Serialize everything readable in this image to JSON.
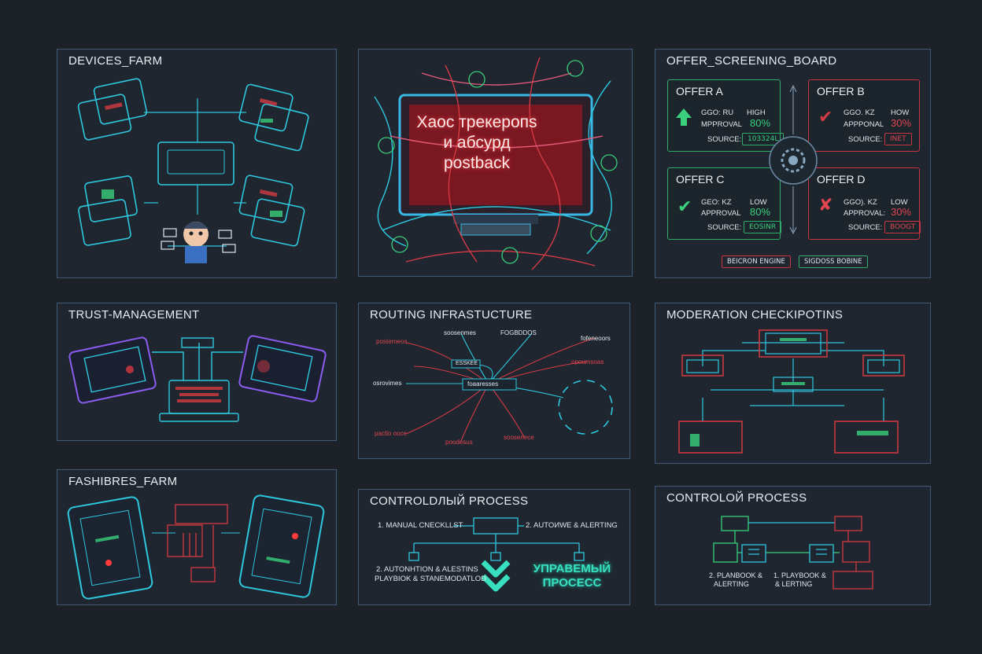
{
  "panels": {
    "devices_farm": {
      "title": "DEVICES_FARM"
    },
    "chaos": {
      "title_line1": "Хаос трекеропs",
      "title_line2": "и абсурд",
      "title_line3": "postback"
    },
    "offer_board": {
      "title": "OFFER_SCREENING_BOARD",
      "offers": [
        {
          "name": "OFFER A",
          "geo": "GGO: RU",
          "level": "HIGH",
          "approval_label": "MPPROVAL",
          "approval": "80%",
          "source_label": "SOURCE:",
          "source": "103324L",
          "status": "approved",
          "color": "#2fae6a"
        },
        {
          "name": "OFFER B",
          "geo": "GGO. KZ",
          "level": "HOW",
          "approval_label": "APPPONAL",
          "approval": "30%",
          "source_label": "SOURCE:",
          "source": "INET",
          "status": "approved",
          "color": "#c8343f"
        },
        {
          "name": "OFFER C",
          "geo": "GEO: KZ",
          "level": "LOW",
          "approval_label": "APPROVAL",
          "approval": "80%",
          "source_label": "SOURCE:",
          "source": "EOSINR",
          "status": "approved",
          "color": "#2fae6a"
        },
        {
          "name": "OFFER D",
          "geo": "GGO). KZ",
          "level": "LOW",
          "approval_label": "APPROVAL:",
          "approval": "30%",
          "source_label": "SOURCE:",
          "source": "BOOGT",
          "status": "rejected",
          "color": "#c8343f"
        }
      ],
      "footer_left": "BEICRON ENGINE",
      "footer_right": "SIGDOSS BOBINE"
    },
    "trust": {
      "title": "TRUST-MANAGEMENT"
    },
    "routing": {
      "title": "ROUTING INFRASTUCTURE",
      "labels": [
        "posteroeos",
        "FOGBDDOS",
        "soosenmes",
        "fofeneoors",
        "opoumsoas",
        "ESSKEE",
        "osrovimes",
        "foaaresses",
        "pactlo ooce",
        "poodesus",
        "soosenece"
      ]
    },
    "moderation": {
      "title": "MODERATION CHECKIPOTINS"
    },
    "fashibres": {
      "title": "FASHIBRES_FARM"
    },
    "controldly": {
      "title": "CONTROLDЛЫЙ PROCESS",
      "step1": "1. MANUAL CNECKLLST",
      "step2": "2. AUTOИWE & ALERTING",
      "step3_line1": "2. AUTONHTION & ALESTINS",
      "step3_line2": "PLAYBIOK & STANEMODATLOD",
      "managed_line1": "УПРАВЕМЫЙ",
      "managed_line2": "ПРОСЕСС"
    },
    "controloy": {
      "title": "CONTROLOЙ PROCESS",
      "step1_line1": "2. PLANBOOK &",
      "step1_line2": "ALERTING",
      "step2_line1": "1. PLAYBOOK &",
      "step2_line2": "& LERTING"
    }
  },
  "colors": {
    "green": "#2fae6a",
    "red": "#c8343f",
    "cyan": "#2ec7de",
    "border": "#3f5a78"
  }
}
